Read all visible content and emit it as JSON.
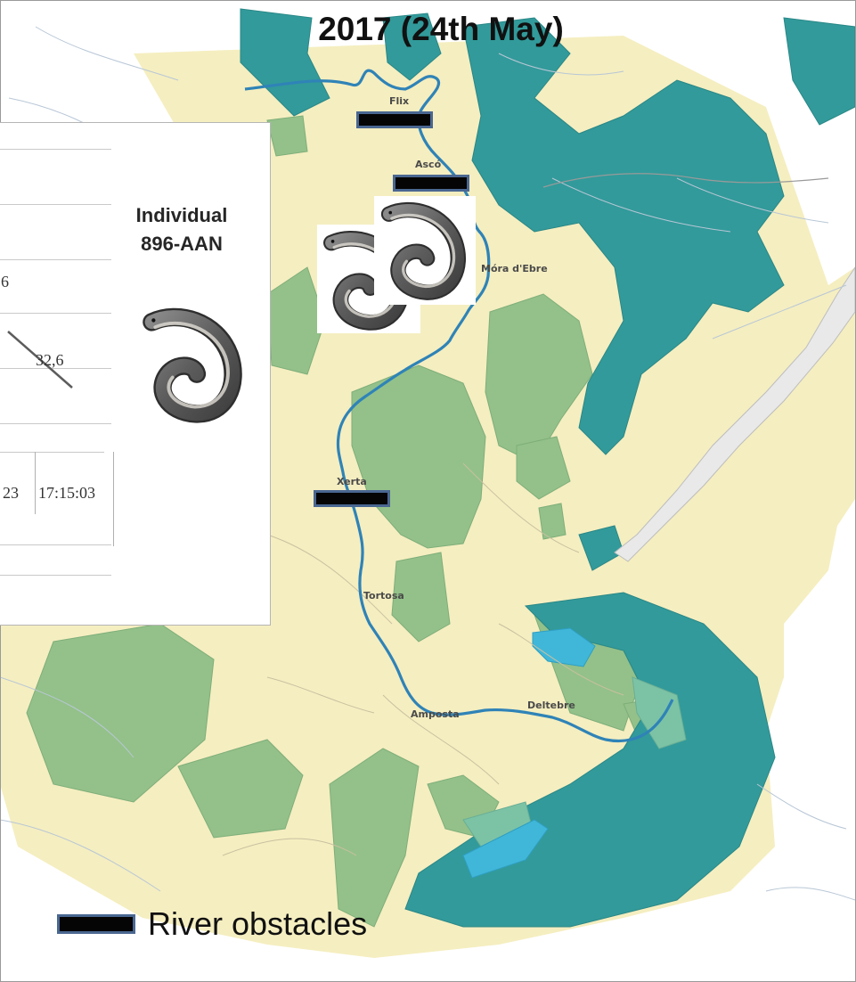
{
  "map": {
    "title": "2017 (24th May)",
    "towns": [
      {
        "name": "Flix"
      },
      {
        "name": "Ascó"
      },
      {
        "name": "Móra d'Ebre"
      },
      {
        "name": "Xerta"
      },
      {
        "name": "Tortosa"
      },
      {
        "name": "Amposta"
      },
      {
        "name": "Deltebre"
      }
    ],
    "obstacle_count": 3,
    "colors": {
      "river": "#2f83b7",
      "land": "#f5eec0",
      "protected_light": "#93c189",
      "protected_dark": "#329a9a",
      "lagoon": "#40b7d9",
      "obstacle_fill": "#050505",
      "obstacle_border": "#4a6791"
    }
  },
  "panel": {
    "values": [
      "6",
      "32,6",
      "23",
      "17:15:03"
    ],
    "individual_label": "Individual",
    "individual_id": "896-AAN",
    "icon": "eel-icon"
  },
  "legend": {
    "label": "River obstacles"
  }
}
